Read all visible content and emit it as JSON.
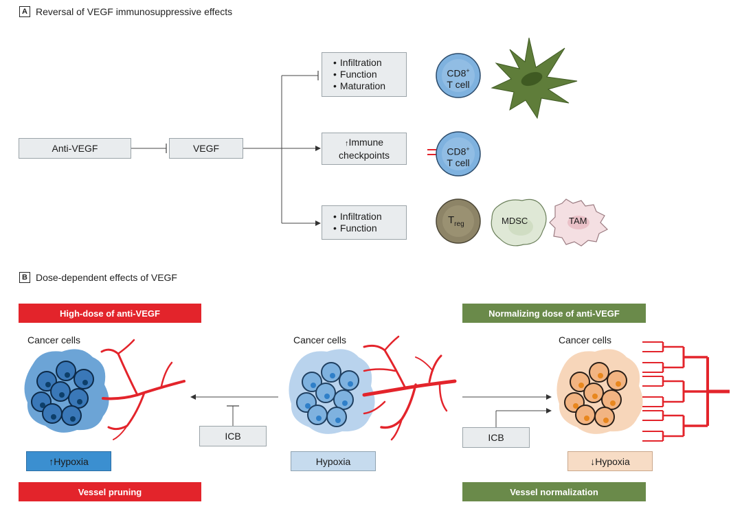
{
  "panel_a": {
    "letter": "A",
    "title": "Reversal of VEGF immunosuppressive effects",
    "anti_vegf": "Anti-VEGF",
    "vegf": "VEGF",
    "top_box": [
      "Infiltration",
      "Function",
      "Maturation"
    ],
    "mid_box": {
      "arrow": "↑",
      "line1": "Immune",
      "line2": "checkpoints"
    },
    "bottom_box": [
      "Infiltration",
      "Function"
    ],
    "cd8_line1": "CD8",
    "cd8_sup": "+",
    "cd8_line2": "T cell",
    "treg_main": "T",
    "treg_sub": "reg",
    "mdsc": "MDSC",
    "tam": "TAM"
  },
  "panel_b": {
    "letter": "B",
    "title": "Dose-dependent effects of VEGF",
    "left_banner": "High-dose of anti-VEGF",
    "right_banner": "Normalizing dose of anti-VEGF",
    "cancer_label": "Cancer cells",
    "icb": "ICB",
    "left_hypoxia": "↑Hypoxia",
    "mid_hypoxia": "Hypoxia",
    "right_hypoxia": "↓Hypoxia",
    "left_footer": "Vessel pruning",
    "right_footer": "Vessel normalization"
  },
  "colors": {
    "box_fill": "#e9ecee",
    "red": "#e3242b",
    "green": "#6a8a4a",
    "cd8_blue": "#7fb2df",
    "dendritic": "#5f7d3a",
    "treg": "#8d8467",
    "mdsc": "#dfe8d6",
    "tam": "#f4dfe2"
  }
}
